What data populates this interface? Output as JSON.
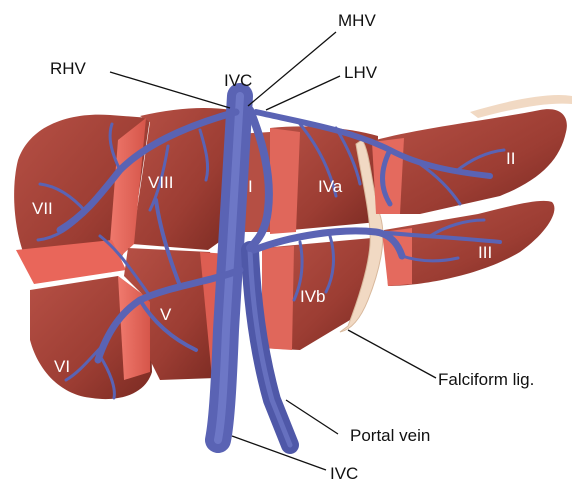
{
  "callouts": {
    "mhv": "MHV",
    "rhv": "RHV",
    "ivc_top": "IVC",
    "lhv": "LHV",
    "falciform": "Falciform lig.",
    "portal_vein": "Portal vein",
    "ivc_bottom": "IVC"
  },
  "segments": {
    "i": "I",
    "ii": "II",
    "iii": "III",
    "iva": "IVa",
    "ivb": "IVb",
    "v": "V",
    "vi": "VI",
    "vii": "VII",
    "viii": "VIII"
  },
  "colors": {
    "liver": "#a8453a",
    "liver_dark": "#7e2c24",
    "cut_face": "#e2655a",
    "vessel": "#5a63b4",
    "vessel_dark": "#3d4591",
    "ligament": "#f1d9c3"
  }
}
